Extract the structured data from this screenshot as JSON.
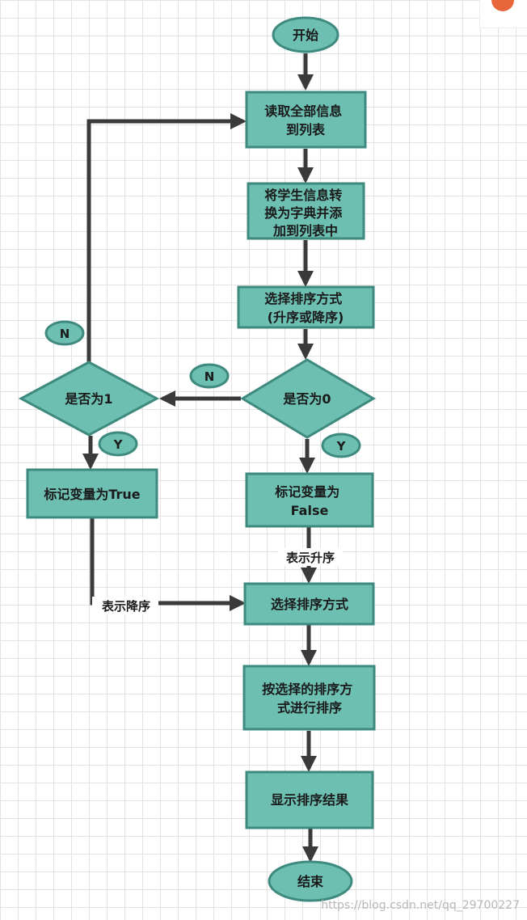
{
  "nodes": {
    "start": [
      "开始"
    ],
    "read": [
      "读取全部信息",
      "到列表"
    ],
    "convert": [
      "将学生信息转",
      "换为字典并添",
      "加到列表中"
    ],
    "choose_order": [
      "选择排序方式",
      "(升序或降序)"
    ],
    "is_zero": [
      "是否为0"
    ],
    "is_one": [
      "是否为1"
    ],
    "mark_true": [
      "标记变量为True"
    ],
    "mark_false": [
      "标记变量为",
      "False"
    ],
    "choose_method": [
      "选择排序方式"
    ],
    "sort": [
      "按选择的排序方",
      "式进行排序"
    ],
    "show": [
      "显示排序结果"
    ],
    "end": [
      "结束"
    ]
  },
  "edge_labels": {
    "ascending": "表示升序",
    "descending": "表示降序",
    "no_left": "N",
    "no_middle": "N",
    "yes_left": "Y",
    "yes_right": "Y"
  },
  "watermark": "https://blog.csdn.net/qq_29700227",
  "colors": {
    "node_fill": "#6dbfb2",
    "node_border": "#3f8a7f",
    "arrow": "#3a3a3a",
    "grid": "#e3e3e3",
    "corner_dot": "#e8663a"
  }
}
